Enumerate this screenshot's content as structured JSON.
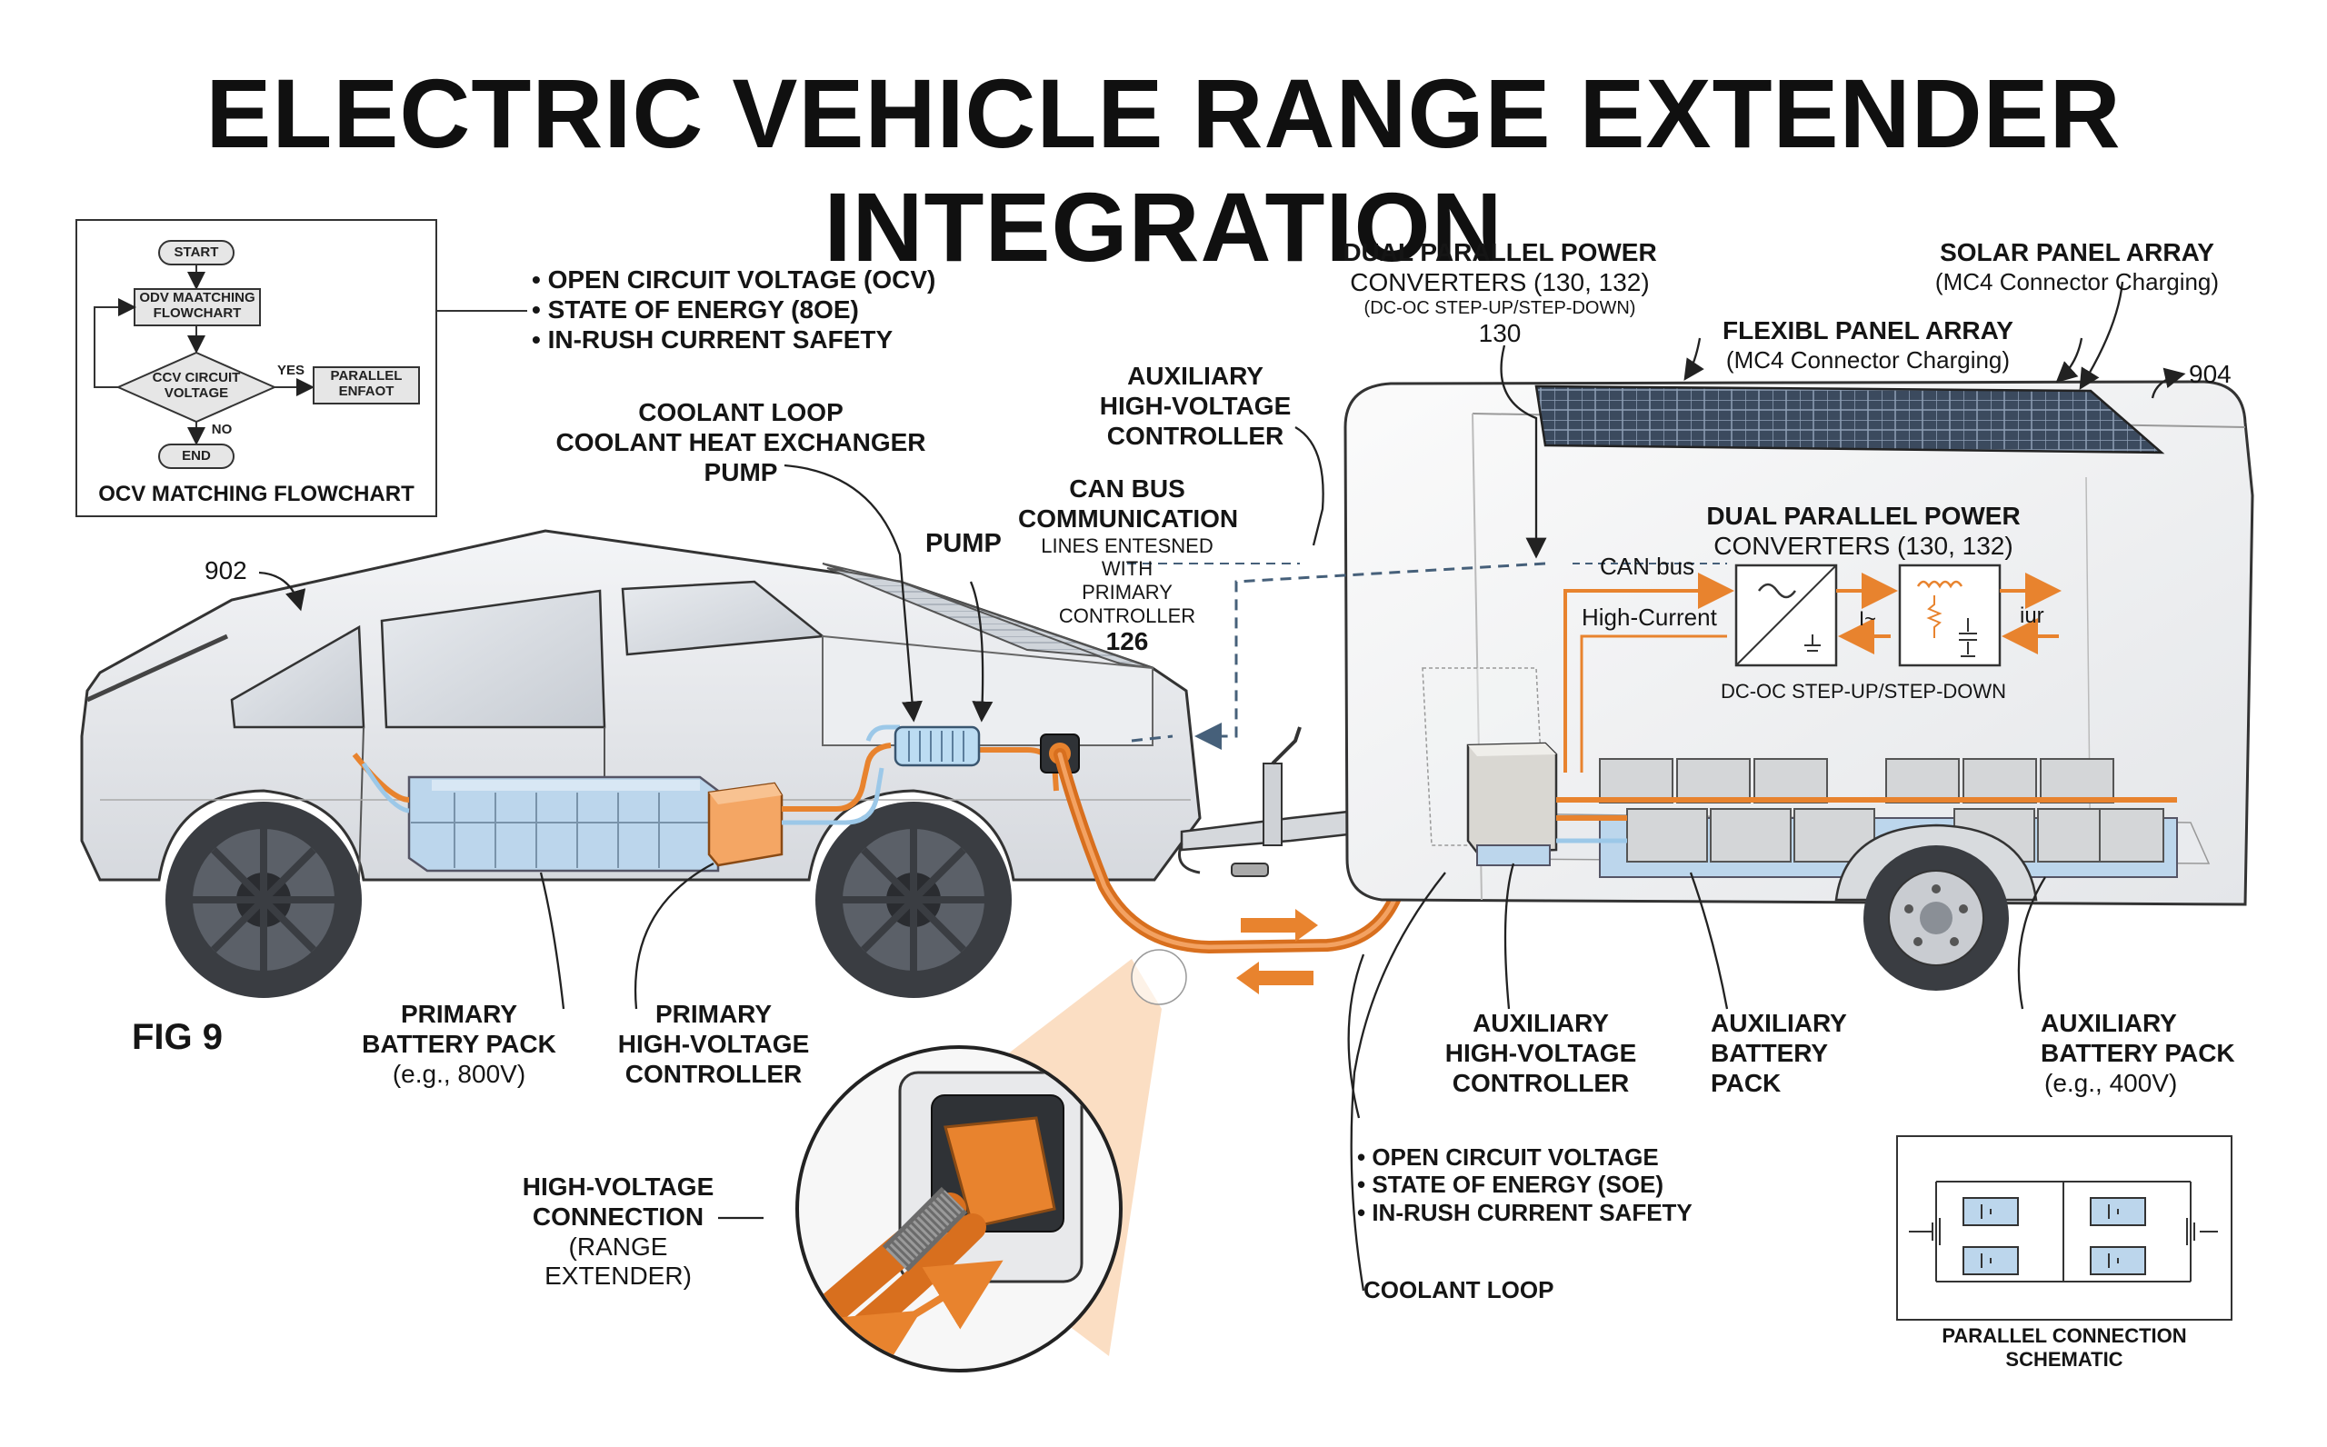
{
  "title": "ELECTRIC VEHICLE RANGE EXTENDER INTEGRATION",
  "fig": "FIG 9",
  "flowchart": {
    "caption": "OCV MATCHING FLOWCHART",
    "start": "START",
    "step1": [
      "ODV MAATCHING",
      "FLOWCHART"
    ],
    "decision": [
      "CCV CIRCUIT",
      "VOLTAGE"
    ],
    "yes": "YES",
    "no": "NO",
    "yes_box": [
      "PARALLEL",
      "ENFAOT"
    ],
    "end": "END"
  },
  "bullets_top": [
    "OPEN CIRCUIT VOLTAGE (OCV)",
    "STATE OF ENERGY (8OE)",
    "IN-RUSH CURRENT SAFETY"
  ],
  "bullets_bottom": [
    "OPEN CIRCUIT VOLTAGE",
    "STATE OF ENERGY (SOE)",
    "IN-RUSH CURRENT SAFETY"
  ],
  "labels": {
    "ref_902": "902",
    "ref_904": "904",
    "coolant_loop_top": [
      "COOLANT LOOP",
      "COOLANT HEAT EXCHANGER",
      "PUMP"
    ],
    "pump": "PUMP",
    "aux_hv_controller_top": [
      "AUXILIARY",
      "HIGH-VOLTAGE",
      "CONTROLLER"
    ],
    "can_bus_comm": [
      "CAN BUS",
      "COMMUNICATION"
    ],
    "can_bus_sub": [
      "LINES ENTESNED WITH",
      "PRIMARY CONTROLLER"
    ],
    "can_bus_ref": "126",
    "dual_conv_top": [
      "DUAL PARALLEL POWER",
      "CONVERTERS (130, 132)"
    ],
    "dual_conv_top_sub": "(DC-OC STEP-UP/STEP-DOWN)",
    "dual_conv_top_ref": "130",
    "solar": "SOLAR PANEL ARRAY",
    "solar_sub": "(MC4 Connector Charging)",
    "flexible": "FLEXIBL PANEL ARRAY",
    "flexible_sub": "(MC4 Connector Charging)",
    "dual_conv_inner": [
      "DUAL PARALLEL POWER",
      "CONVERTERS (130, 132)"
    ],
    "can_bus_inner": "CAN bus",
    "high_current": "High-Current",
    "i_arrow": "I~",
    "iur": "iur",
    "dcdc_inner": "DC-OC STEP-UP/STEP-DOWN",
    "primary_pack": [
      "PRIMARY",
      "BATTERY PACK"
    ],
    "primary_pack_sub": "(e.g., 800V)",
    "primary_hv": [
      "PRIMARY",
      "HIGH-VOLTAGE",
      "CONTROLLER"
    ],
    "hv_connection": [
      "HIGH-VOLTAGE",
      "CONNECTION"
    ],
    "hv_connection_sub": [
      "(RANGE",
      "EXTENDER)"
    ],
    "aux_hv_bottom": [
      "AUXILIARY",
      "HIGH-VOLTAGE",
      "CONTROLLER"
    ],
    "aux_pack_mid": [
      "AUXILIARY",
      "BATTERY",
      "PACK"
    ],
    "aux_pack_right": [
      "AUXILIARY",
      "BATTERY PACK"
    ],
    "aux_pack_right_sub": "(e.g., 400V)",
    "coolant_loop_bottom": "COOLANT LOOP",
    "schematic_caption": [
      "PARALLEL CONNECTION",
      "SCHEMATIC"
    ]
  },
  "colors": {
    "accent_orange": "#e8832e",
    "coolant_blue": "#9cc8e8",
    "line_dark": "#2a2a2a",
    "dashed_blue": "#46607a"
  }
}
